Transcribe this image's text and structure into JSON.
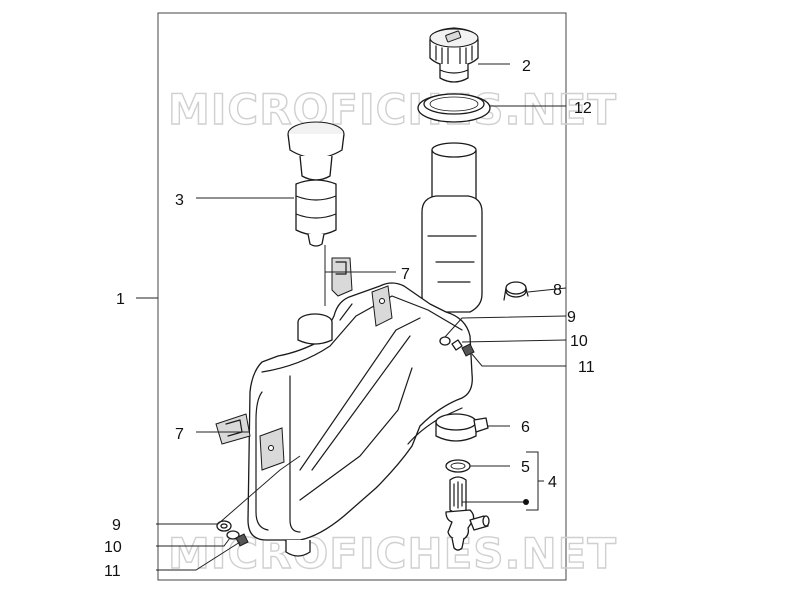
{
  "watermark": "MICROFICHES.NET",
  "callouts": {
    "c1": "1",
    "c2": "2",
    "c3": "3",
    "c4": "4",
    "c5": "5",
    "c6": "6",
    "c7a": "7",
    "c7b": "7",
    "c8": "8",
    "c9a": "9",
    "c9b": "9",
    "c10a": "10",
    "c10b": "10",
    "c11a": "11",
    "c11b": "11",
    "c12": "12"
  }
}
